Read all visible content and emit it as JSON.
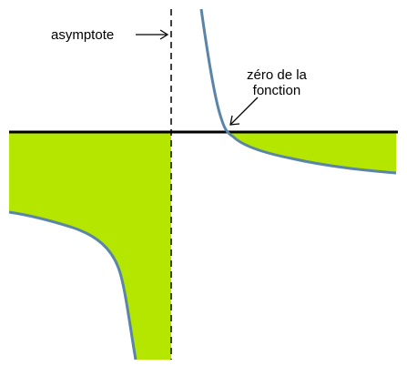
{
  "labels": {
    "asymptote": "asymptote",
    "zero_line1": "zéro de la",
    "zero_line2": "fonction"
  },
  "colors": {
    "fill": "#b4e600",
    "curve": "#5a85a8",
    "axis": "#000000",
    "background": "#ffffff"
  }
}
